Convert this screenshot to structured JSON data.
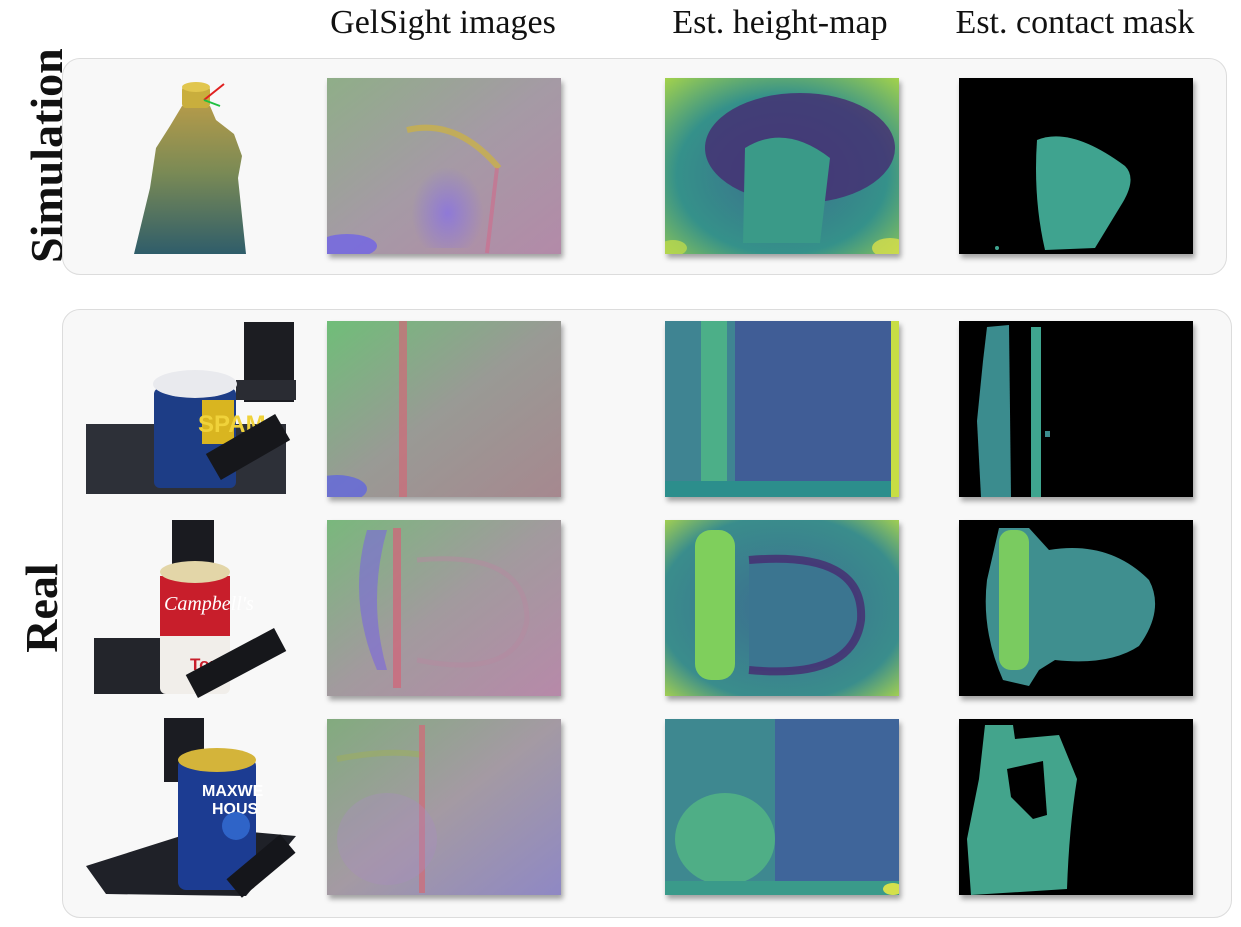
{
  "headers": {
    "gelsight": "GelSight images",
    "height_map": "Est. height-map",
    "contact_mask": "Est. contact mask"
  },
  "row_labels": {
    "simulation": "Simulation",
    "real": "Real"
  },
  "scene_text": {
    "spam": "SPAM",
    "campbells": "Campbell's",
    "tomato": "Toma",
    "maxwell": "MAXWE",
    "house": "HOUS"
  },
  "colors": {
    "mask_background": "#000000",
    "viridis_dark": "#482a6e",
    "viridis_mid": "#3a8c8a",
    "viridis_light": "#b8de30"
  }
}
